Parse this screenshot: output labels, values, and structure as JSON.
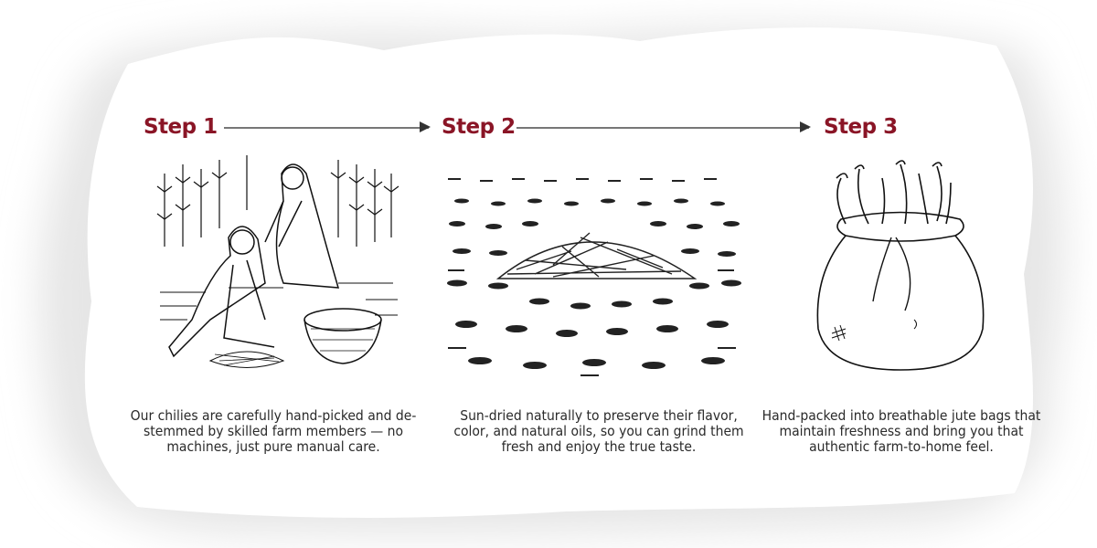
{
  "colors": {
    "accent": "#8a1526",
    "text": "#2a2a2a"
  },
  "steps": [
    {
      "title": "Step 1",
      "description": "Our chilies are carefully hand-picked and de-stemmed by skilled farm members — no machines, just pure manual care.",
      "icon": "farm-workers-picking-illustration"
    },
    {
      "title": "Step 2",
      "description": "Sun-dried naturally to preserve their flavor, color, and natural oils, so you can grind them fresh and enjoy the true taste.",
      "icon": "sun-drying-chilies-illustration"
    },
    {
      "title": "Step 3",
      "description": "Hand-packed into breathable jute bags that maintain freshness and bring you that authentic farm-to-home feel.",
      "icon": "jute-bag-chilies-illustration"
    }
  ]
}
